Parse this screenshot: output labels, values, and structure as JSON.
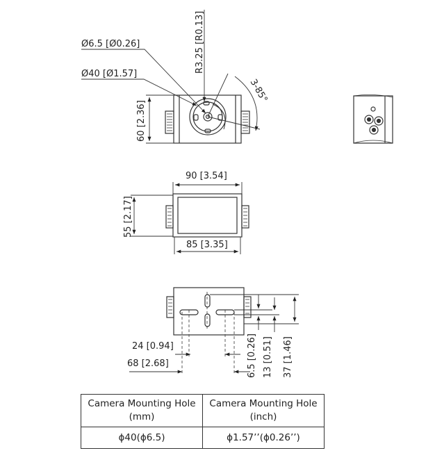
{
  "dimensions": {
    "hole_small": "Ø6.5 [Ø0.26]",
    "hole_large": "Ø40 [Ø1.57]",
    "radius": "R3.25 [R0.13]",
    "tilt_angle": "3-85°",
    "front_height": "60 [2.36]",
    "top_width_outer": "90 [3.54]",
    "top_width_inner": "85 [3.35]",
    "top_depth": "55 [2.17]",
    "bottom_span_24": "24 [0.94]",
    "bottom_span_68": "68 [2.68]",
    "bottom_offset_6_5": "6.5 [0.26]",
    "bottom_offset_13": "13 [0.51]",
    "bottom_offset_37": "37 [1.46]"
  },
  "table": {
    "headers": [
      "Camera Mounting Hole (mm)",
      "Camera Mounting Hole (inch)"
    ],
    "header_lines": [
      [
        "Camera Mounting Hole",
        "(mm)"
      ],
      [
        "Camera Mounting Hole",
        "(inch)"
      ]
    ],
    "rows": [
      [
        "ϕ40(ϕ6.5)",
        "ϕ1.57’’(ϕ0.26’’)"
      ]
    ]
  }
}
